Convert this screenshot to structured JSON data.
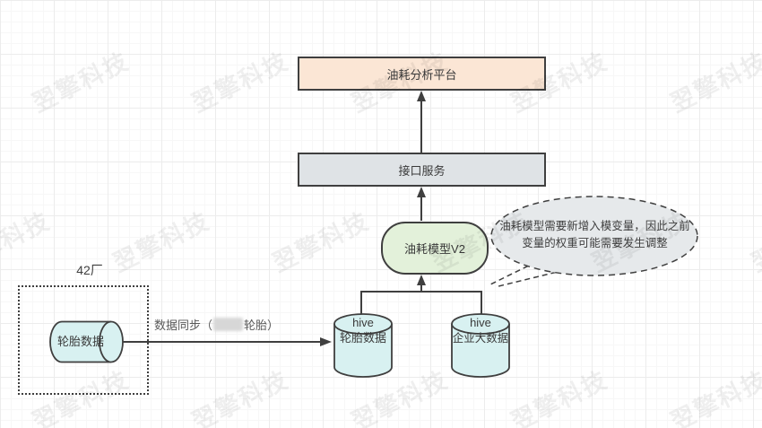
{
  "watermark": {
    "text": "翌擎科技",
    "color": "rgba(0,0,0,0.062)"
  },
  "nodes": {
    "platform": {
      "label": "油耗分析平台"
    },
    "interface": {
      "label": "接口服务"
    },
    "model": {
      "label": "油耗模型V2"
    },
    "hive_tire": {
      "title": "hive",
      "label": "轮胎数据"
    },
    "hive_big": {
      "title": "hive",
      "label": "企业大数据"
    },
    "tire_source": {
      "label": "轮胎数据"
    }
  },
  "group": {
    "label": "42厂"
  },
  "bubble": {
    "line1": "油耗模型需要新增入模变量，因此之前",
    "line2": "变量的权重可能需要发生调整"
  },
  "edge": {
    "label_before": "数据同步（",
    "label_after": "轮胎）"
  },
  "colors": {
    "platform_fill": "#fbe6d5",
    "interface_fill": "#dfe3e6",
    "model_fill": "#e3f1da",
    "datastore_fill": "#d8f1f1",
    "bubble_fill": "#e6e9eb",
    "stroke": "#3f3f3f",
    "edge_label_text": "#595959"
  }
}
